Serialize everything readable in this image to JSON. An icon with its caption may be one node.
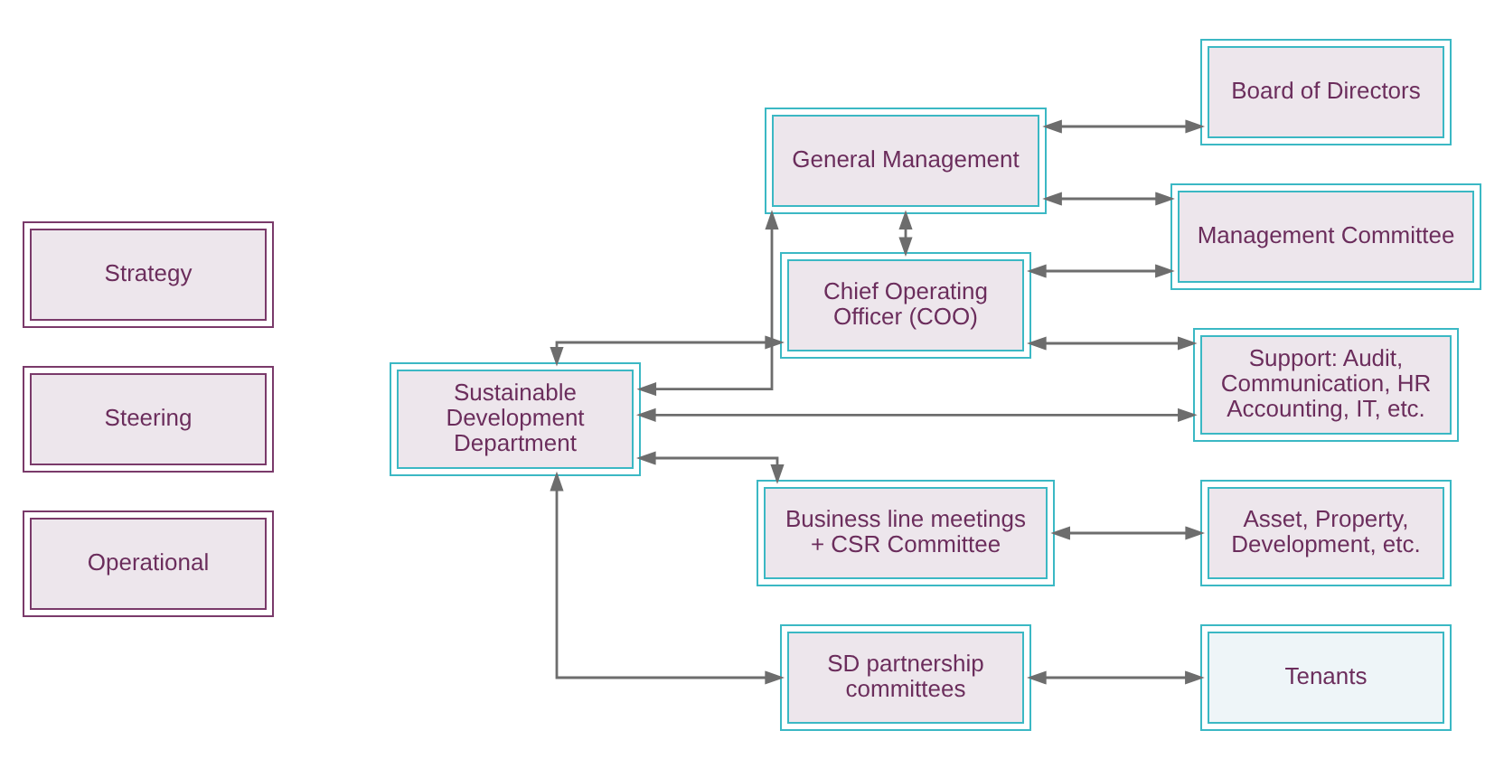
{
  "diagram": {
    "nodes": [
      {
        "text": [
          "Strategy"
        ]
      },
      {
        "text": [
          "Steering"
        ]
      },
      {
        "text": [
          "Operational"
        ]
      },
      {
        "text": [
          "Sustainable Development Department"
        ]
      },
      {
        "text": [
          "General Management"
        ]
      },
      {
        "text": [
          "Chief Operating Officer (COO)"
        ]
      },
      {
        "text": [
          "Business line meetings + CSR Committee"
        ]
      },
      {
        "text": [
          "SD partnership committees"
        ]
      },
      {
        "text": [
          "Board of Directors"
        ]
      },
      {
        "text": [
          "Management Committee"
        ]
      },
      {
        "text": [
          "Support: Audit, Communication, HR Accounting, IT, etc."
        ]
      },
      {
        "text": [
          "Asset, Property, Development, etc."
        ]
      },
      {
        "text": [
          "Tenants"
        ]
      }
    ],
    "edges": [
      {
        "from": 3,
        "to": 4,
        "arrow": "both"
      },
      {
        "from": 4,
        "to": 5,
        "arrow": "both"
      },
      {
        "from": 3,
        "to": 5,
        "arrow": "both"
      },
      {
        "from": 3,
        "to": 10,
        "arrow": "both"
      },
      {
        "from": 3,
        "to": 6,
        "arrow": "both"
      },
      {
        "from": 3,
        "to": 7,
        "arrow": "both"
      },
      {
        "from": 4,
        "to": 8,
        "arrow": "both"
      },
      {
        "from": 4,
        "to": 9,
        "arrow": "both"
      },
      {
        "from": 5,
        "to": 9,
        "arrow": "both"
      },
      {
        "from": 5,
        "to": 10,
        "arrow": "both"
      },
      {
        "from": 6,
        "to": 11,
        "arrow": "both"
      },
      {
        "from": 7,
        "to": 12,
        "arrow": "both"
      }
    ]
  }
}
